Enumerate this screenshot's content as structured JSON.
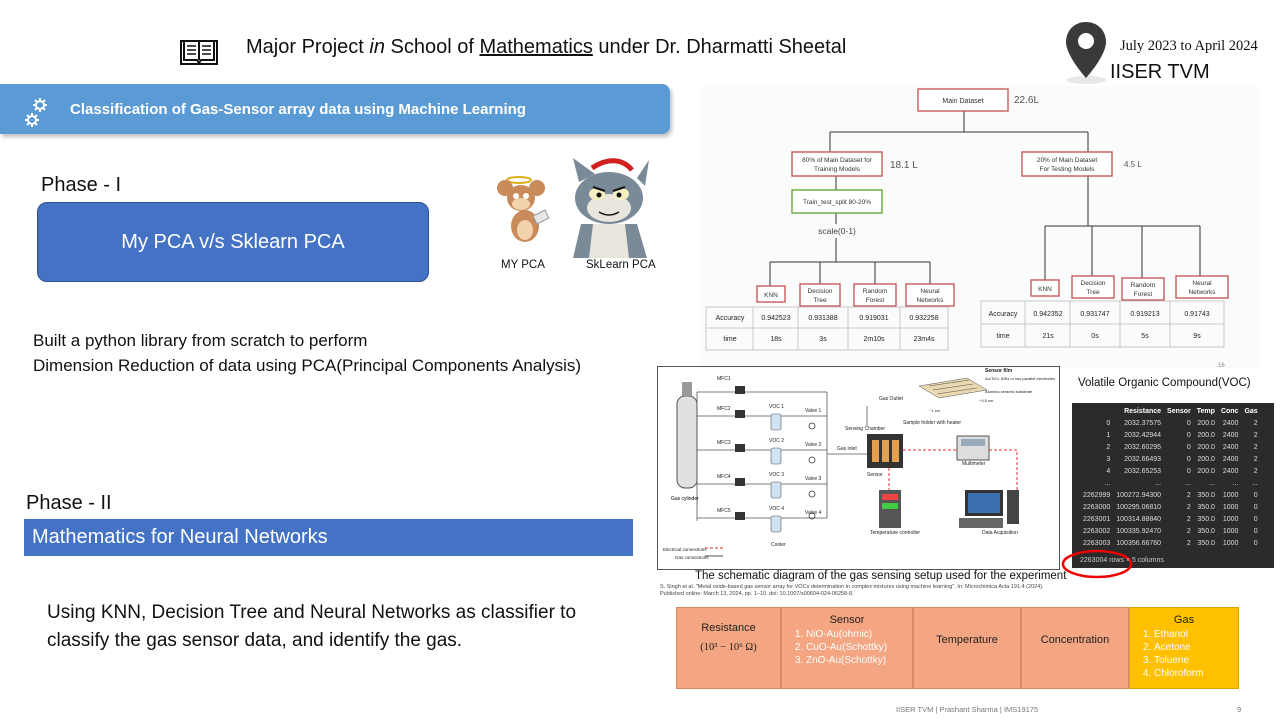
{
  "header": {
    "title_part1": "Major Project ",
    "title_part2": "in",
    "title_part3": " School of ",
    "title_part4": "Mathematics",
    "title_part5": " under Dr. Dharmatti Sheetal",
    "date": "July 2023 to April 2024",
    "institute": "IISER TVM",
    "icons": [
      "book-icon",
      "location-pin-icon",
      "gears-icon"
    ]
  },
  "banner": {
    "text": "Classification of Gas-Sensor array data using Machine Learning"
  },
  "phase1": {
    "label": "Phase - I",
    "box": "My PCA v/s Sklearn PCA",
    "cartoon_left": "MY PCA",
    "cartoon_right": "SkLearn PCA",
    "desc_line1": "Built a python library from scratch to perform",
    "desc_line2": "Dimension Reduction of data using PCA(Principal Components Analysis)"
  },
  "phase2": {
    "label": "Phase - II",
    "bar": "Mathematics for Neural Networks",
    "desc_line1": "Using KNN, Decision Tree and Neural Networks as classifier to",
    "desc_line2": "classify the gas sensor data, and identify the gas."
  },
  "tree": {
    "root": "Main Dataset",
    "root_size": "22.6L",
    "train": {
      "line1": "80% of Main Dataset for",
      "line2": "Training Models",
      "size": "18.1 L"
    },
    "test": {
      "line1": "20% of Main Dataset",
      "line2": "For Testing Models",
      "size": "4.5 L"
    },
    "split": "Train_test_split 80-20%",
    "scale": "scale(0-1)",
    "models": [
      {
        "line1": "KNN",
        "line2": ""
      },
      {
        "line1": "Decision",
        "line2": "Tree"
      },
      {
        "line1": "Random",
        "line2": "Forest"
      },
      {
        "line1": "Neural",
        "line2": "Networks"
      }
    ],
    "row_labels": [
      "Accuracy",
      "time"
    ],
    "train_results": {
      "accuracy": [
        "0.942523",
        "0.931388",
        "0.919031",
        "0.932258"
      ],
      "time": [
        "18s",
        "3s",
        "2m10s",
        "23m4s"
      ]
    },
    "test_results": {
      "accuracy": [
        "0.942352",
        "0.931747",
        "0.919213",
        "0.91743"
      ],
      "time": [
        "21s",
        "0s",
        "5s",
        "9s"
      ]
    },
    "corner_mark": "16"
  },
  "schematic": {
    "labels": {
      "mfc1": "MFC1",
      "mfc2": "MFC2",
      "mfc3": "MFC3",
      "mfc4": "MFC4",
      "mfc5": "MFC5",
      "voc1": "VOC 1",
      "voc2": "VOC 2",
      "voc3": "VOC 3",
      "voc4": "VOC 4",
      "valve1": "Valve 1",
      "valve2": "Valve 2",
      "valve3": "Valve 3",
      "valve4": "Valve 4",
      "gas_cylinder": "Gas cylinder",
      "cooler": "Cooler",
      "gas_outlet": "Gas Outlet",
      "gas_inlet": "Gas inlet",
      "sensing_chamber": "Sensing Chamber",
      "sample_holder": "Sample holder with heater",
      "sensor": "Sensor",
      "multimeter": "Multimeter",
      "temp_controller": "Temperature controller",
      "daq": "Data Acquisition",
      "sensor_film": "Sensor film",
      "ide": "Au/Ti/Cr IDEs or two parallel electrodes",
      "substrate": "Alumina ceramic substrate",
      "dim1": "~1 cm",
      "dim2": "~0.5 cm",
      "elec": "Electrical connections",
      "gasconn": "Gas connections"
    },
    "caption": "The schematic diagram of the gas sensing setup used for the experiment",
    "ref_line1": "S. Singh et al. \"Metal oxide-based gas sensor array for VOCs determination in complex mixtures using machine learning\". In: Microchimica Acta 191.4 (2024).",
    "ref_line2": "Published online: March 13, 2024, pp. 1–10. doi: 10.1007/s00604-024-06258-8."
  },
  "voc": {
    "title": "Volatile Organic Compound(VOC)",
    "columns": [
      "",
      "Resistance",
      "Sensor",
      "Temp",
      "Conc",
      "Gas"
    ],
    "rows": [
      [
        "0",
        "2032.37575",
        "0",
        "200.0",
        "2400",
        "2"
      ],
      [
        "1",
        "2032.42944",
        "0",
        "200.0",
        "2400",
        "2"
      ],
      [
        "2",
        "2032.60295",
        "0",
        "200.0",
        "2400",
        "2"
      ],
      [
        "3",
        "2032.66493",
        "0",
        "200.0",
        "2400",
        "2"
      ],
      [
        "4",
        "2032.65253",
        "0",
        "200.0",
        "2400",
        "2"
      ],
      [
        "...",
        "...",
        "...",
        "...",
        "...",
        "..."
      ],
      [
        "2262999",
        "100272.94300",
        "2",
        "350.0",
        "1000",
        "0"
      ],
      [
        "2263000",
        "100295.06810",
        "2",
        "350.0",
        "1000",
        "0"
      ],
      [
        "2263001",
        "100314.88840",
        "2",
        "350.0",
        "1000",
        "0"
      ],
      [
        "2263002",
        "100335.92470",
        "2",
        "350.0",
        "1000",
        "0"
      ],
      [
        "2263003",
        "100356.66760",
        "2",
        "350.0",
        "1000",
        "0"
      ]
    ],
    "footer": "2263004 rows × 5 columns"
  },
  "features": {
    "resistance": "Resistance",
    "resistance_formula": "(10³ − 10⁶ Ω)",
    "sensor": "Sensor",
    "sensor_items": [
      "NiO-Au(ohmic)",
      "CuO-Au(Schottky)",
      "ZnO-Au(Schottky)"
    ],
    "temperature": "Temperature",
    "concentration": "Concentration",
    "gas": "Gas",
    "gas_items": [
      "Ethanol",
      "Acetone",
      "Toluene",
      "Chloroform"
    ]
  },
  "footer": {
    "text": "IISER TVM  |  Prashant Sharma  |  IMS19175",
    "page": "9"
  },
  "colors": {
    "banner": "#5b9bd5",
    "box": "#4472c4",
    "feature": "#f4a582",
    "gas": "#ffc000",
    "tree_red": "#c0504d",
    "tree_green": "#70ad47"
  }
}
